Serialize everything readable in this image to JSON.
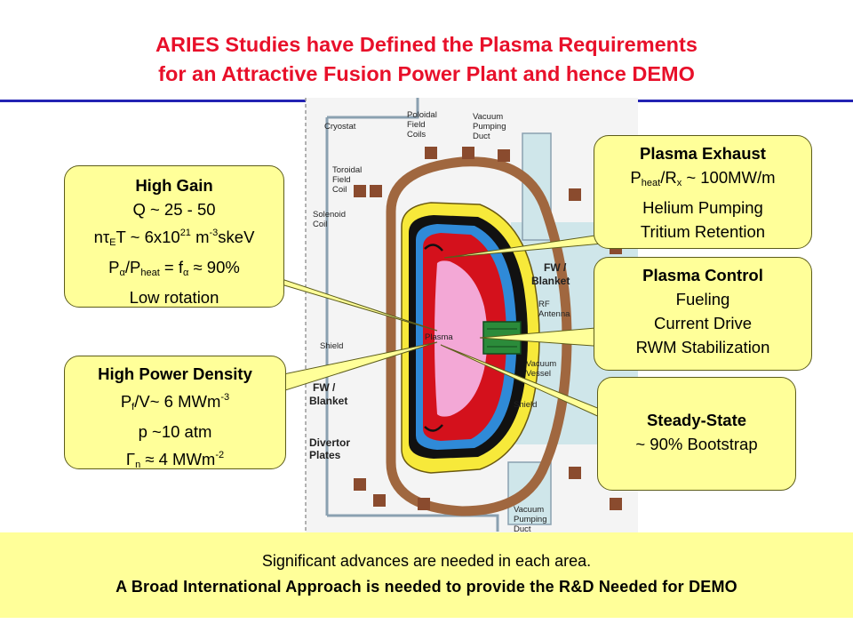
{
  "title": {
    "line1": "ARIES Studies have Defined the Plasma Requirements",
    "line2": "for an Attractive Fusion Power Plant and hence DEMO"
  },
  "diagram_labels": {
    "cryostat": "Cryostat",
    "poloidal": [
      "Poloidal",
      "Field",
      "Coils"
    ],
    "vacuum_duct_top": [
      "Vacuum",
      "Pumping",
      "Duct"
    ],
    "toroidal": [
      "Toroidal",
      "Field",
      "Coil"
    ],
    "solenoid": [
      "Solenoid",
      "Coil"
    ],
    "fw_blanket_right": [
      "FW /",
      "Blanket"
    ],
    "rf_antenna": [
      "RF",
      "Antenna"
    ],
    "plasma": "Plasma",
    "vacuum_vessel": [
      "Vacuum",
      "Vessel"
    ],
    "shield_left": "Shield",
    "shield_right": "Shield",
    "fw_blanket_left": [
      "FW /",
      "Blanket"
    ],
    "divertor": [
      "Divertor",
      "Plates"
    ],
    "vacuum_duct_bottom": [
      "Vacuum",
      "Pumping",
      "Duct"
    ]
  },
  "boxes": {
    "high_gain": {
      "heading": "High Gain",
      "q": "Q ~ 25 - 50",
      "ntau_prefix": "n",
      "ntau_tau": "τ",
      "ntau_sub": "E",
      "ntau_mid": "T ~ 6x10",
      "ntau_sup1": "21",
      "ntau_unit": " m",
      "ntau_sup2": "-3",
      "ntau_end": "skeV",
      "pa_p": "P",
      "pa_alpha": "α",
      "pa_mid": "/P",
      "pa_sub": "heat",
      "pa_eq": " = f",
      "pa_falpha": "α",
      "pa_end": " ≈ 90%",
      "rotation": "Low rotation"
    },
    "high_power": {
      "heading": "High Power Density",
      "p": "P",
      "p_sub": "f",
      "p_mid": "/V~ 6 MWm",
      "p_sup": "-3",
      "pressure": "p ~10 atm",
      "gamma": "Γ",
      "gamma_sub": "n",
      "gamma_end": " ≈ 4 MWm",
      "gamma_sup": "-2"
    },
    "plasma_exhaust": {
      "heading": "Plasma Exhaust",
      "p": "P",
      "p_sub": "heat",
      "p_mid": "/R",
      "r_sub": "x",
      "p_end": " ~ 100MW/m",
      "helium": "Helium Pumping",
      "tritium": "Tritium Retention"
    },
    "plasma_control": {
      "heading": "Plasma Control",
      "fueling": "Fueling",
      "current": "Current Drive",
      "rwm": "RWM Stabilization"
    },
    "steady_state": {
      "heading": "Steady-State",
      "bootstrap": "~ 90% Bootstrap"
    }
  },
  "banner": {
    "line1": "Significant advances are needed in each area.",
    "line2": "A Broad International Approach is needed to provide the R&D Needed for DEMO"
  },
  "colors": {
    "title": "#e8102a",
    "rule": "#2323b3",
    "box_fill": "#ffff99",
    "vessel_brown": "#a0673f",
    "blanket_red": "#d4111c",
    "plasma_pink": "#f3a8d6",
    "inner_blue": "#2f8ad8",
    "shield_yellow": "#f7e93a",
    "rf_green": "#2b8b3a",
    "light_blue": "#cfe6ea"
  }
}
